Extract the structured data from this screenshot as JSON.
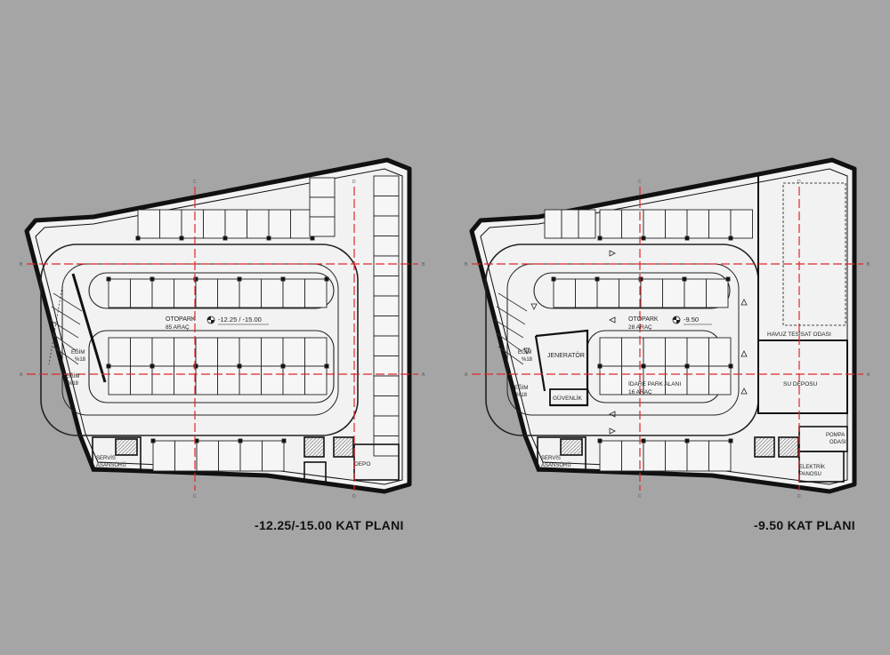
{
  "plans": [
    {
      "id": "left",
      "caption": "-12.25/-15.00 KAT PLANI",
      "section_marks": {
        "a": "A",
        "b": "B",
        "c": "C",
        "d": "D"
      },
      "labels": {
        "otopark": "OTOPARK",
        "capacity": "85 ARAÇ",
        "elevation": "-12.25 / -15.00",
        "ramp1": "EĞİM",
        "ramp1_pct": "%18",
        "ramp2": "EĞİM",
        "ramp2_pct": "%18",
        "service_lift_1": "SERVİS",
        "service_lift_2": "ASANSÖRÜ",
        "depo": "DEPO"
      }
    },
    {
      "id": "right",
      "caption": "-9.50 KAT PLANI",
      "section_marks": {
        "a": "A",
        "b": "B",
        "c": "C",
        "d": "D"
      },
      "labels": {
        "otopark": "OTOPARK",
        "capacity": "28 ARAÇ",
        "elevation": "-9.50",
        "ramp1": "EĞİM",
        "ramp1_pct": "%18",
        "ramp2": "EĞİM",
        "ramp2_pct": "%18",
        "jenerator": "JENERATÖR",
        "guvenlik": "GÜVENLİK",
        "idare_1": "İDARE PARK ALANI",
        "idare_2": "16 ARAÇ",
        "havuz": "HAVUZ TESİSAT ODASI",
        "su_deposu": "SU DEPOSU",
        "pompa_1": "POMPA",
        "pompa_2": "ODASI",
        "elektrik_1": "ELEKTRİK",
        "elektrik_2": "PANOSU",
        "service_lift_1": "SERVİS",
        "service_lift_2": "ASANSÖRÜ"
      }
    }
  ],
  "colors": {
    "background": "#a5a5a5",
    "floor": "#f2f2f2",
    "wall": "#1a1a1a",
    "section_line": "#e0262b"
  }
}
